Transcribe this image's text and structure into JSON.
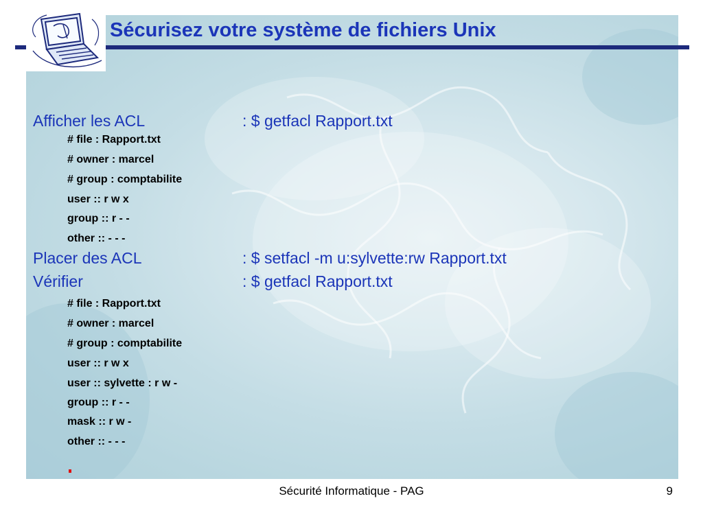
{
  "slide": {
    "title": "Sécurisez votre système de fichiers Unix"
  },
  "sections": [
    {
      "label": "Afficher les ACL",
      "command": ": $ getfacl Rapport.txt",
      "output": [
        "# file : Rapport.txt",
        "# owner : marcel",
        "# group : comptabilite",
        "user :: r w x",
        "group :: r - -",
        "other :: - - -"
      ]
    },
    {
      "label": "Placer des ACL",
      "command": ": $ setfacl -m u:sylvette:rw Rapport.txt",
      "output": []
    },
    {
      "label": "Vérifier",
      "command": ": $ getfacl Rapport.txt",
      "output": [
        "# file : Rapport.txt",
        "# owner : marcel",
        "# group : comptabilite",
        "user :: r w x",
        "user :: sylvette : r w -",
        "group :: r - -",
        "mask :: r w -",
        "other :: - - -"
      ]
    }
  ],
  "footer": {
    "center_text": "Sécurité Informatique - PAG",
    "page_number": "9"
  },
  "colors": {
    "title": "#1b35b8",
    "rule": "#1d2a7c",
    "bullet": "#e01010"
  }
}
